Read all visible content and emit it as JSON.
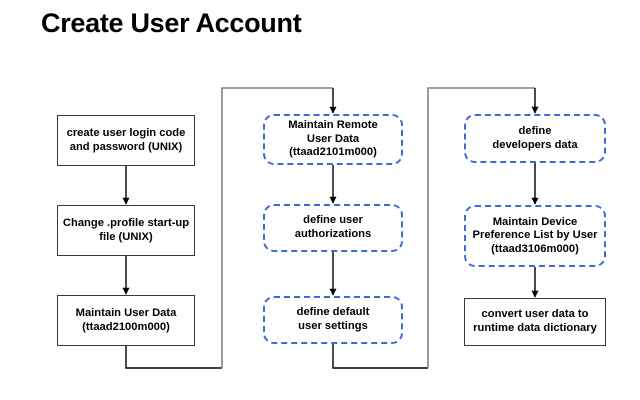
{
  "title": "Create User Account",
  "colors": {
    "solid_border": "#3a3a3a",
    "dashed_border": "#3d6ad6",
    "connector_black": "#000000",
    "connector_gray": "#808080",
    "text": "#000000",
    "background": "#ffffff"
  },
  "columns": [
    {
      "id": "column-1",
      "nodes": [
        {
          "id": "create-user-login-code",
          "style": "solid",
          "lines": [
            "create user login code",
            "and password (UNIX)"
          ]
        },
        {
          "id": "change-profile-startup-file",
          "style": "solid",
          "lines": [
            "Change .profile start-up",
            "file (UNIX)"
          ]
        },
        {
          "id": "maintain-user-data",
          "style": "solid",
          "lines": [
            "Maintain User Data",
            "(ttaad2100m000)"
          ]
        }
      ]
    },
    {
      "id": "column-2",
      "nodes": [
        {
          "id": "maintain-remote-user-data",
          "style": "dashed",
          "lines": [
            "Maintain Remote",
            "User Data",
            "(ttaad2101m000)"
          ]
        },
        {
          "id": "define-user-authorizations",
          "style": "dashed",
          "lines": [
            "define user",
            "authorizations"
          ]
        },
        {
          "id": "define-default-user-settings",
          "style": "dashed",
          "lines": [
            "define default",
            "user settings"
          ]
        }
      ]
    },
    {
      "id": "column-3",
      "nodes": [
        {
          "id": "define-developers-data",
          "style": "dashed",
          "lines": [
            "define",
            "developers data"
          ]
        },
        {
          "id": "maintain-device-preference-list",
          "style": "dashed",
          "lines": [
            "Maintain Device",
            "Preference List by User",
            "(ttaad3106m000)"
          ]
        },
        {
          "id": "convert-user-data",
          "style": "solid",
          "lines": [
            "convert user data to",
            "runtime data dictionary"
          ]
        }
      ]
    }
  ]
}
